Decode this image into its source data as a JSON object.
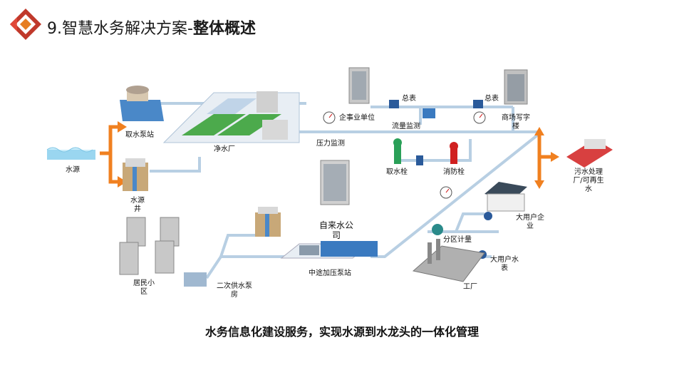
{
  "header": {
    "title_prefix": "9.智慧水务解决方案-",
    "title_bold": "整体概述"
  },
  "colors": {
    "accent_red": "#c0392b",
    "accent_orange": "#f08020",
    "pipe": "#b8cfe3"
  },
  "labels": {
    "source": "水源",
    "intake_pump": "取水泵站",
    "well": "水源井",
    "plant": "净水厂",
    "pressure": "压力监测",
    "enterprise": "企事业单位",
    "main_meter_1": "总表",
    "flow": "流量监测",
    "main_meter_2": "总表",
    "commercial": "商场写字楼",
    "hydrant_take": "取水栓",
    "hydrant_fire": "消防栓",
    "sewage": "污水处理厂/可再生水",
    "water_co": "自来水公司",
    "residents": "居民小区",
    "secondary_pump": "二次供水泵房",
    "boost_pump": "中途加压泵站",
    "zone_meter": "分区计量",
    "big_user_ent": "大用户企业",
    "big_user_meter": "大用户水表",
    "factory": "工厂"
  },
  "caption": "水务信息化建设服务，实现水源到水龙头的一体化管理"
}
